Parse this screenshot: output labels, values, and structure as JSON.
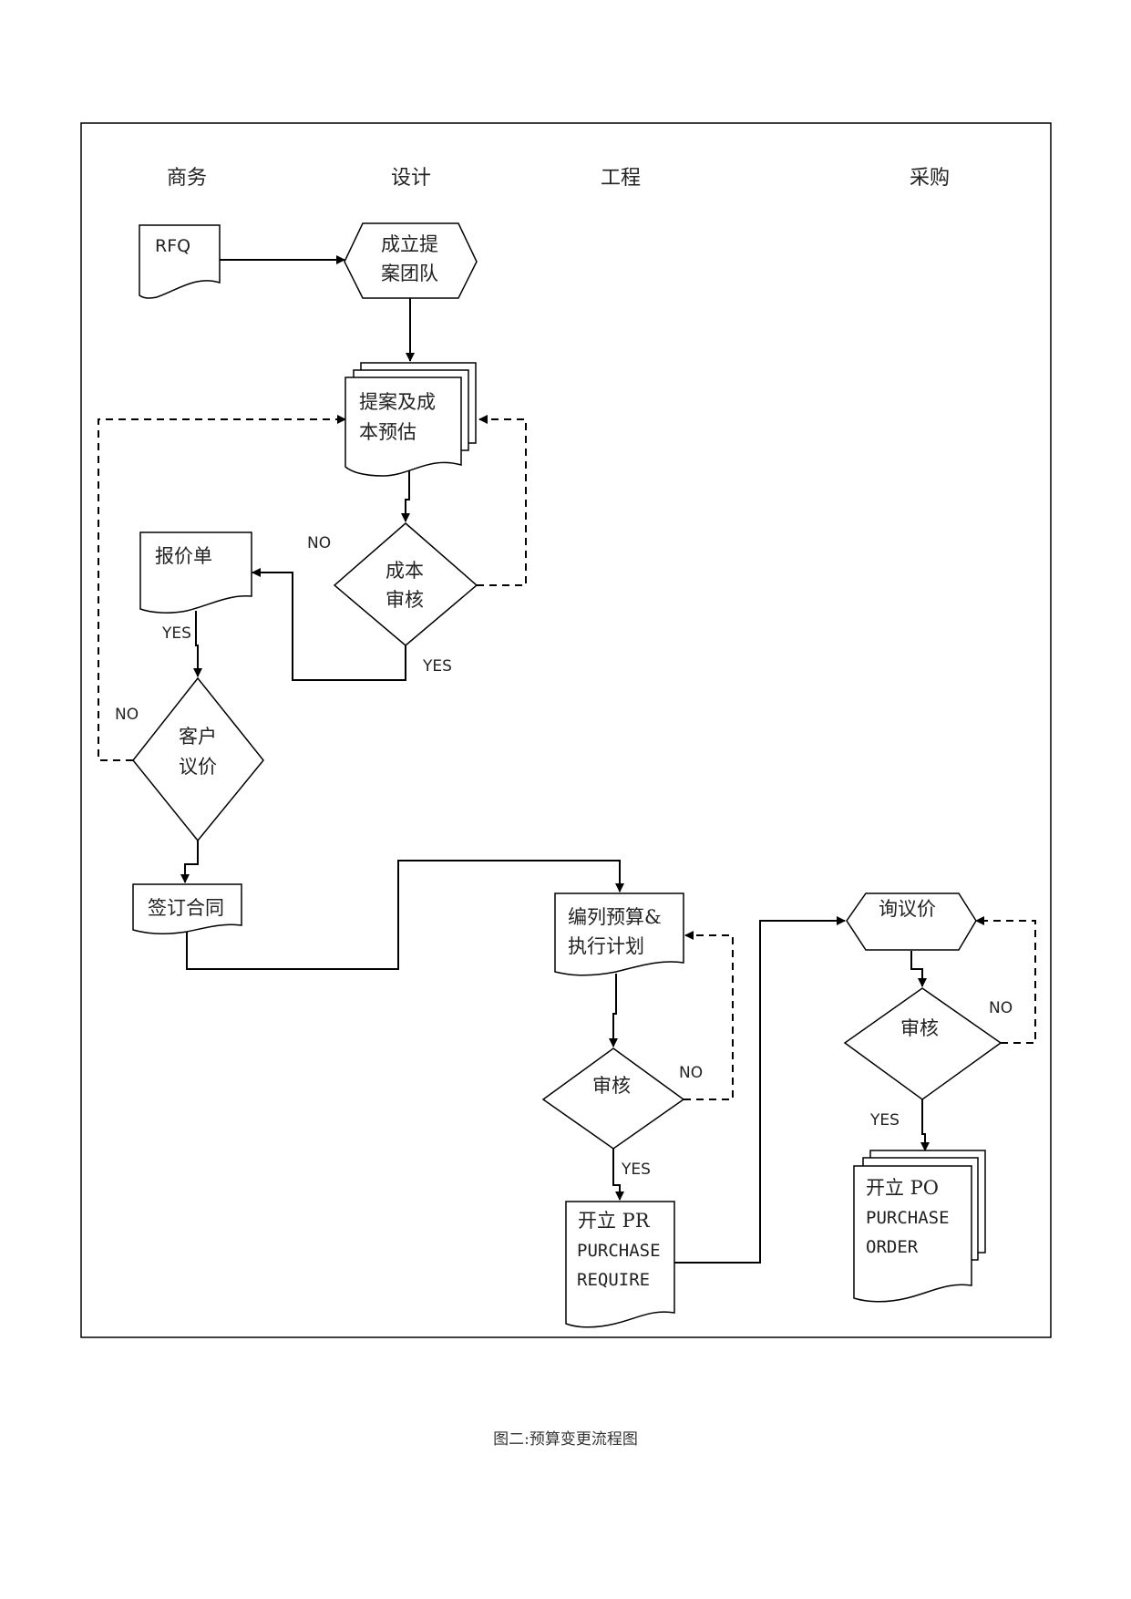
{
  "lanes": [
    "商务",
    "设计",
    "工程",
    "采购"
  ],
  "nodes": {
    "rfq": "RFQ",
    "team_l1": "成立提",
    "team_l2": "案团队",
    "proposal_l1": "提案及成",
    "proposal_l2": "本预估",
    "cost_review_l1": "成本",
    "cost_review_l2": "审核",
    "quotation": "报价单",
    "negotiation_l1": "客户",
    "negotiation_l2": "议价",
    "contract": "签订合同",
    "budget_l1": "编列预算&",
    "budget_l2": "执行计划",
    "budget_review": "审核",
    "pr_l1": "开立 PR",
    "pr_l2": "PURCHASE",
    "pr_l3": "REQUIRE",
    "inquiry": "询议价",
    "purchase_review": "审核",
    "po_l1": "开立 PO",
    "po_l2": "PURCHASE",
    "po_l3": "ORDER"
  },
  "edge_labels": {
    "cost_no": "NO",
    "cost_yes": "YES",
    "quote_yes": "YES",
    "nego_no": "NO",
    "budget_no": "NO",
    "budget_yes": "YES",
    "purchase_no": "NO",
    "purchase_yes": "YES"
  },
  "caption": "图二:预算变更流程图"
}
